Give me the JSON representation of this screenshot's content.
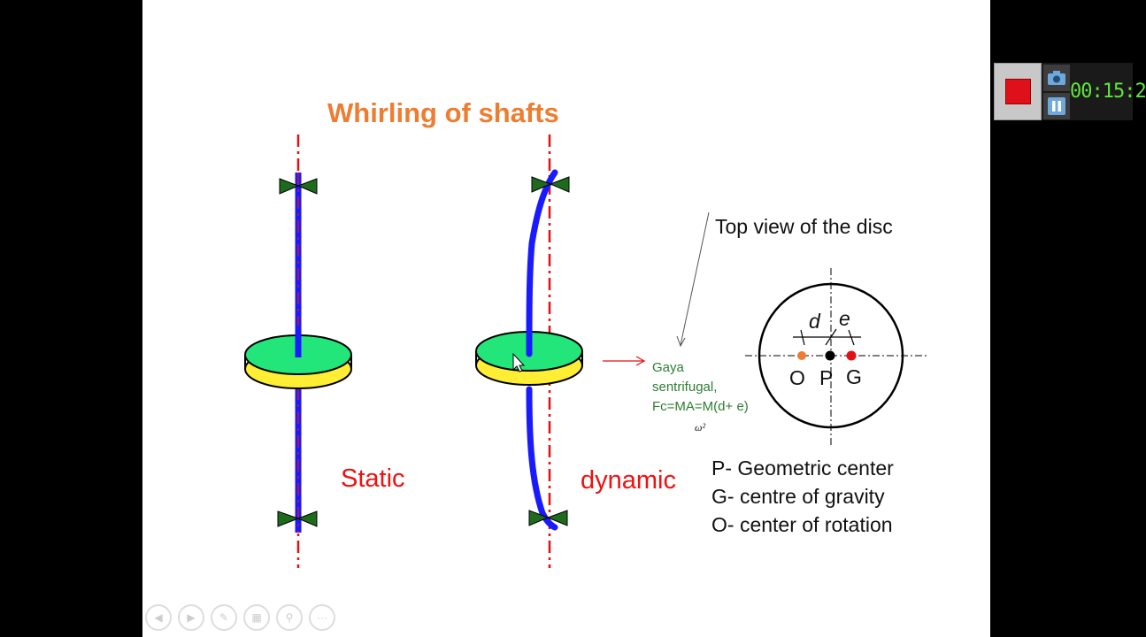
{
  "slide": {
    "title": "Whirling of shafts",
    "static_label": "Static",
    "dynamic_label": "dynamic",
    "force_text": "Gaya sentrifugal, Fc=MA=M(d+ e)",
    "omega_text": "ω²",
    "top_view_label": "Top view of the disc",
    "disc_labels": {
      "d": "d",
      "e": "e",
      "O": "O",
      "P": "P",
      "G": "G"
    },
    "legend": [
      "P- Geometric center",
      "G- centre of gravity",
      "O- center of rotation"
    ],
    "colors": {
      "title": "#ed7d31",
      "shaft": "#1a1aff",
      "disc_top": "#22e67a",
      "disc_rim": "#ffee33",
      "axis": "#e11111",
      "bearing": "#1e6b1e",
      "point_O": "#ed7d31",
      "point_P": "#000000",
      "point_G": "#e11111"
    }
  },
  "navbar": {
    "icons": [
      "back-arrow-icon",
      "forward-arrow-icon",
      "pen-icon",
      "slides-icon",
      "zoom-icon",
      "more-icon"
    ]
  },
  "recorder": {
    "timer": "00:15:2",
    "icons": [
      "stop-icon",
      "camera-icon",
      "pause-icon"
    ]
  }
}
